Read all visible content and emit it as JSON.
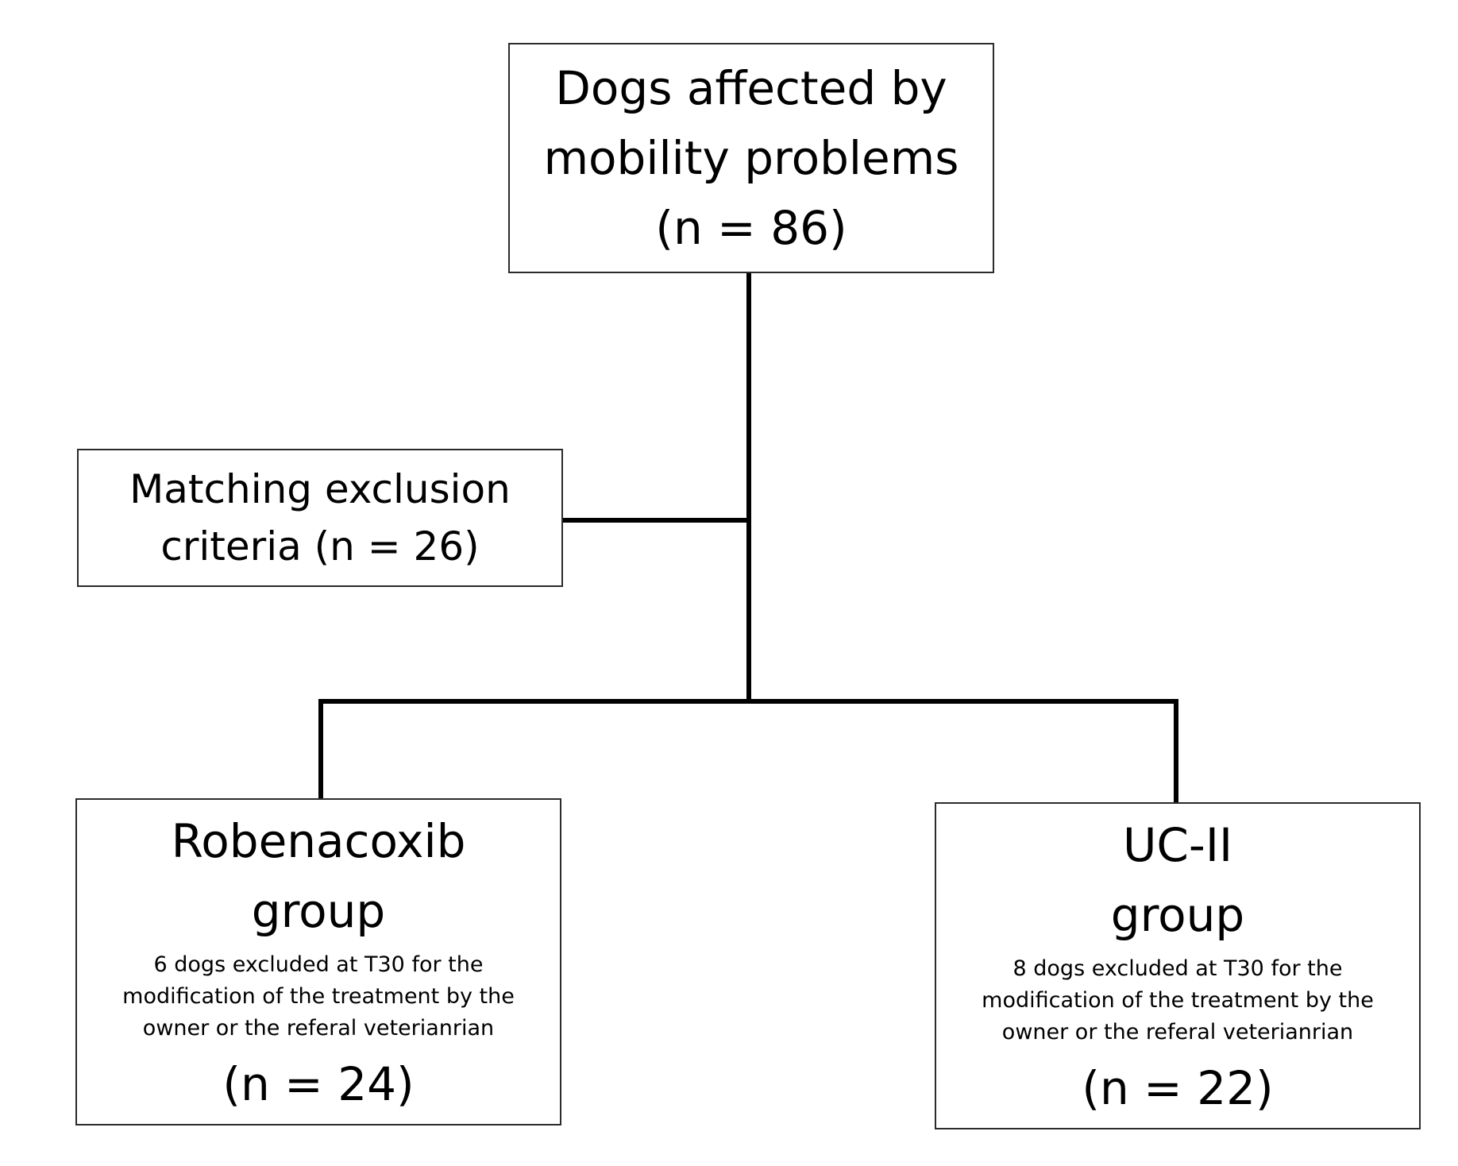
{
  "nodes": {
    "root": {
      "lines": [
        "Dogs affected by",
        "mobility problems",
        "(n = 86)"
      ]
    },
    "exclusion": {
      "lines": [
        "Matching exclusion",
        "criteria (n = 26)"
      ]
    },
    "robenacoxib": {
      "title_lines": [
        "Robenacoxib",
        "group"
      ],
      "note_lines": [
        "6 dogs excluded at T30 for the",
        "modification of the treatment by the",
        "owner or the referal veterianrian"
      ],
      "count": "(n = 24)"
    },
    "ucii": {
      "title_lines": [
        "UC-II",
        "group"
      ],
      "note_lines": [
        "8 dogs excluded at T30 for the",
        "modification of the treatment by the",
        "owner or the referal veterianrian"
      ],
      "count": "(n = 22)"
    }
  },
  "colors": {
    "line": "#000000",
    "border": "#2b2b2b",
    "background": "#ffffff",
    "text": "#000000"
  }
}
